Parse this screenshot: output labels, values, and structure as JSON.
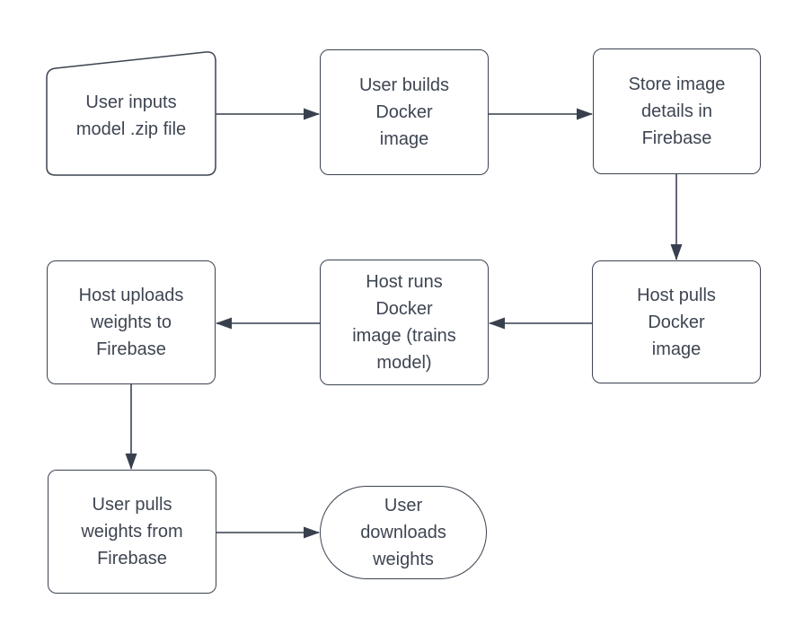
{
  "colors": {
    "background": "#ffffff",
    "node_fill": "#ffffff",
    "node_border": "#3b4350",
    "arrow_line": "#505866",
    "arrow_head": "#39404d",
    "text": "#3e4552"
  },
  "nodes": [
    {
      "id": "user-inputs-zip",
      "shape": "manual-input",
      "label": "User inputs\nmodel .zip file"
    },
    {
      "id": "user-builds-image",
      "shape": "rounded-rect",
      "label": "User builds\nDocker\nimage"
    },
    {
      "id": "store-image-details",
      "shape": "rounded-rect",
      "label": "Store image\ndetails in\nFirebase"
    },
    {
      "id": "host-pulls-image",
      "shape": "rounded-rect",
      "label": "Host pulls\nDocker\nimage"
    },
    {
      "id": "host-runs-image",
      "shape": "rounded-rect",
      "label": "Host runs\nDocker\nimage (trains\nmodel)"
    },
    {
      "id": "host-uploads-weights",
      "shape": "rounded-rect",
      "label": "Host uploads\nweights to\nFirebase"
    },
    {
      "id": "user-pulls-weights",
      "shape": "rounded-rect",
      "label": "User pulls\nweights from\nFirebase"
    },
    {
      "id": "user-downloads-weights",
      "shape": "terminator",
      "label": "User\ndownloads\nweights"
    }
  ],
  "edges": [
    {
      "from": "user-inputs-zip",
      "to": "user-builds-image",
      "direction": "right"
    },
    {
      "from": "user-builds-image",
      "to": "store-image-details",
      "direction": "right"
    },
    {
      "from": "store-image-details",
      "to": "host-pulls-image",
      "direction": "down"
    },
    {
      "from": "host-pulls-image",
      "to": "host-runs-image",
      "direction": "left"
    },
    {
      "from": "host-runs-image",
      "to": "host-uploads-weights",
      "direction": "left"
    },
    {
      "from": "host-uploads-weights",
      "to": "user-pulls-weights",
      "direction": "down"
    },
    {
      "from": "user-pulls-weights",
      "to": "user-downloads-weights",
      "direction": "right"
    }
  ]
}
